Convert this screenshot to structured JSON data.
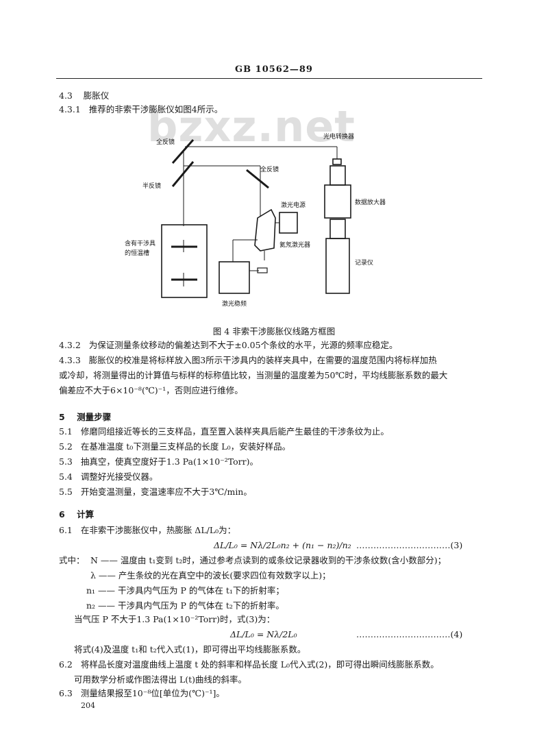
{
  "header": {
    "title": "GB 10562—89"
  },
  "watermark": "bzxz.net",
  "s43": {
    "num": "4.3",
    "title": "膨胀仪"
  },
  "s431": {
    "num": "4.3.1",
    "text": "推荐的非索干涉膨胀仪如图4所示。"
  },
  "figure": {
    "labels": {
      "full_mirror_left": "全反镜",
      "half_mirror": "半反镜",
      "full_mirror_right": "全反镜",
      "photo_converter": "光电转换器",
      "data_amplifier": "数据放大器",
      "laser_power": "激光电源",
      "he_ne_laser": "氦氖激光器",
      "thermostat_1": "含有干涉具",
      "thermostat_2": "的恒温槽",
      "recorder": "记录仪",
      "laser_stabilizer": "激光稳频"
    },
    "caption": "图 4   非索干涉膨胀仪线路方框图"
  },
  "s432": {
    "num": "4.3.2",
    "text": "为保证测量条纹移动的偏差达到不大于±0.05个条纹的水平，光源的频率应稳定。"
  },
  "s433": {
    "num": "4.3.3",
    "line1": "膨胀仪的校准是将标样放入图3所示干涉具内的装样夹具中，在需要的温度范围内将标样加热",
    "line2": "或冷却，将测量得出的计算值与标样的标称值比较，当测量的温度差为50℃时，平均线膨胀系数的最大",
    "line3": "偏差应不大于6×10⁻⁸(℃)⁻¹，否则应进行维修。"
  },
  "s5": {
    "num": "5",
    "title": "测量步骤"
  },
  "s51": {
    "num": "5.1",
    "text": "修磨同组接近等长的三支样品，直至置入装样夹具后能产生最佳的干涉条纹为止。"
  },
  "s52": {
    "num": "5.2",
    "text": "在基准温度 t₀下测量三支样品的长度 L₀，安装好样品。"
  },
  "s53": {
    "num": "5.3",
    "text": "抽真空，使真空度好于1.3 Pa(1×10⁻²Torr)。"
  },
  "s54": {
    "num": "5.4",
    "text": "调整好光接受仪器。"
  },
  "s55": {
    "num": "5.5",
    "text": "开始变温测量，变温速率应不大于3℃/min。"
  },
  "s6": {
    "num": "6",
    "title": "计算"
  },
  "s61": {
    "num": "6.1",
    "text": "在非索干涉膨胀仪中，热膨胀 ΔL/L₀为：",
    "eq3": "ΔL/L₀ = Nλ/2L₀n₂ + (n₁ − n₂)/n₂",
    "eq3_num": "……………………………(3)",
    "where_label": "式中：",
    "N_def": "N —— 温度由 t₁变到 t₂时，通过参考点读到的或条纹记录器收到的干涉条纹数(含小数部分)；",
    "lambda_def": "λ —— 产生条纹的光在真空中的波长(要求四位有效数字以上)；",
    "n1_def": "n₁ —— 干涉具内气压为 P 的气体在 t₁下的折射率；",
    "n2_def": "n₂ —— 干涉具内气压为 P 的气体在 t₂下的折射率。",
    "pressure_text": "当气压 P 不大于1.3 Pa(1×10⁻²Torr)时，式(3)为：",
    "eq4": "ΔL/L₀ = Nλ/2L₀",
    "eq4_num": "……………………………(4)",
    "sub_text": "将式(4)及温度 t₁和 t₂代入式(1)，即可得出平均线膨胀系数。"
  },
  "s62": {
    "num": "6.2",
    "line1": "将样品长度对温度曲线上温度 t 处的斜率和样品长度 L₀代入式(2)，即可得出瞬间线膨胀系数。",
    "line2": "可用数学分析或作图法得出 L(t)曲线的斜率。"
  },
  "s63": {
    "num": "6.3",
    "text": "测量结果报至10⁻⁸位[单位为(℃)⁻¹]。"
  },
  "page_number": "204"
}
